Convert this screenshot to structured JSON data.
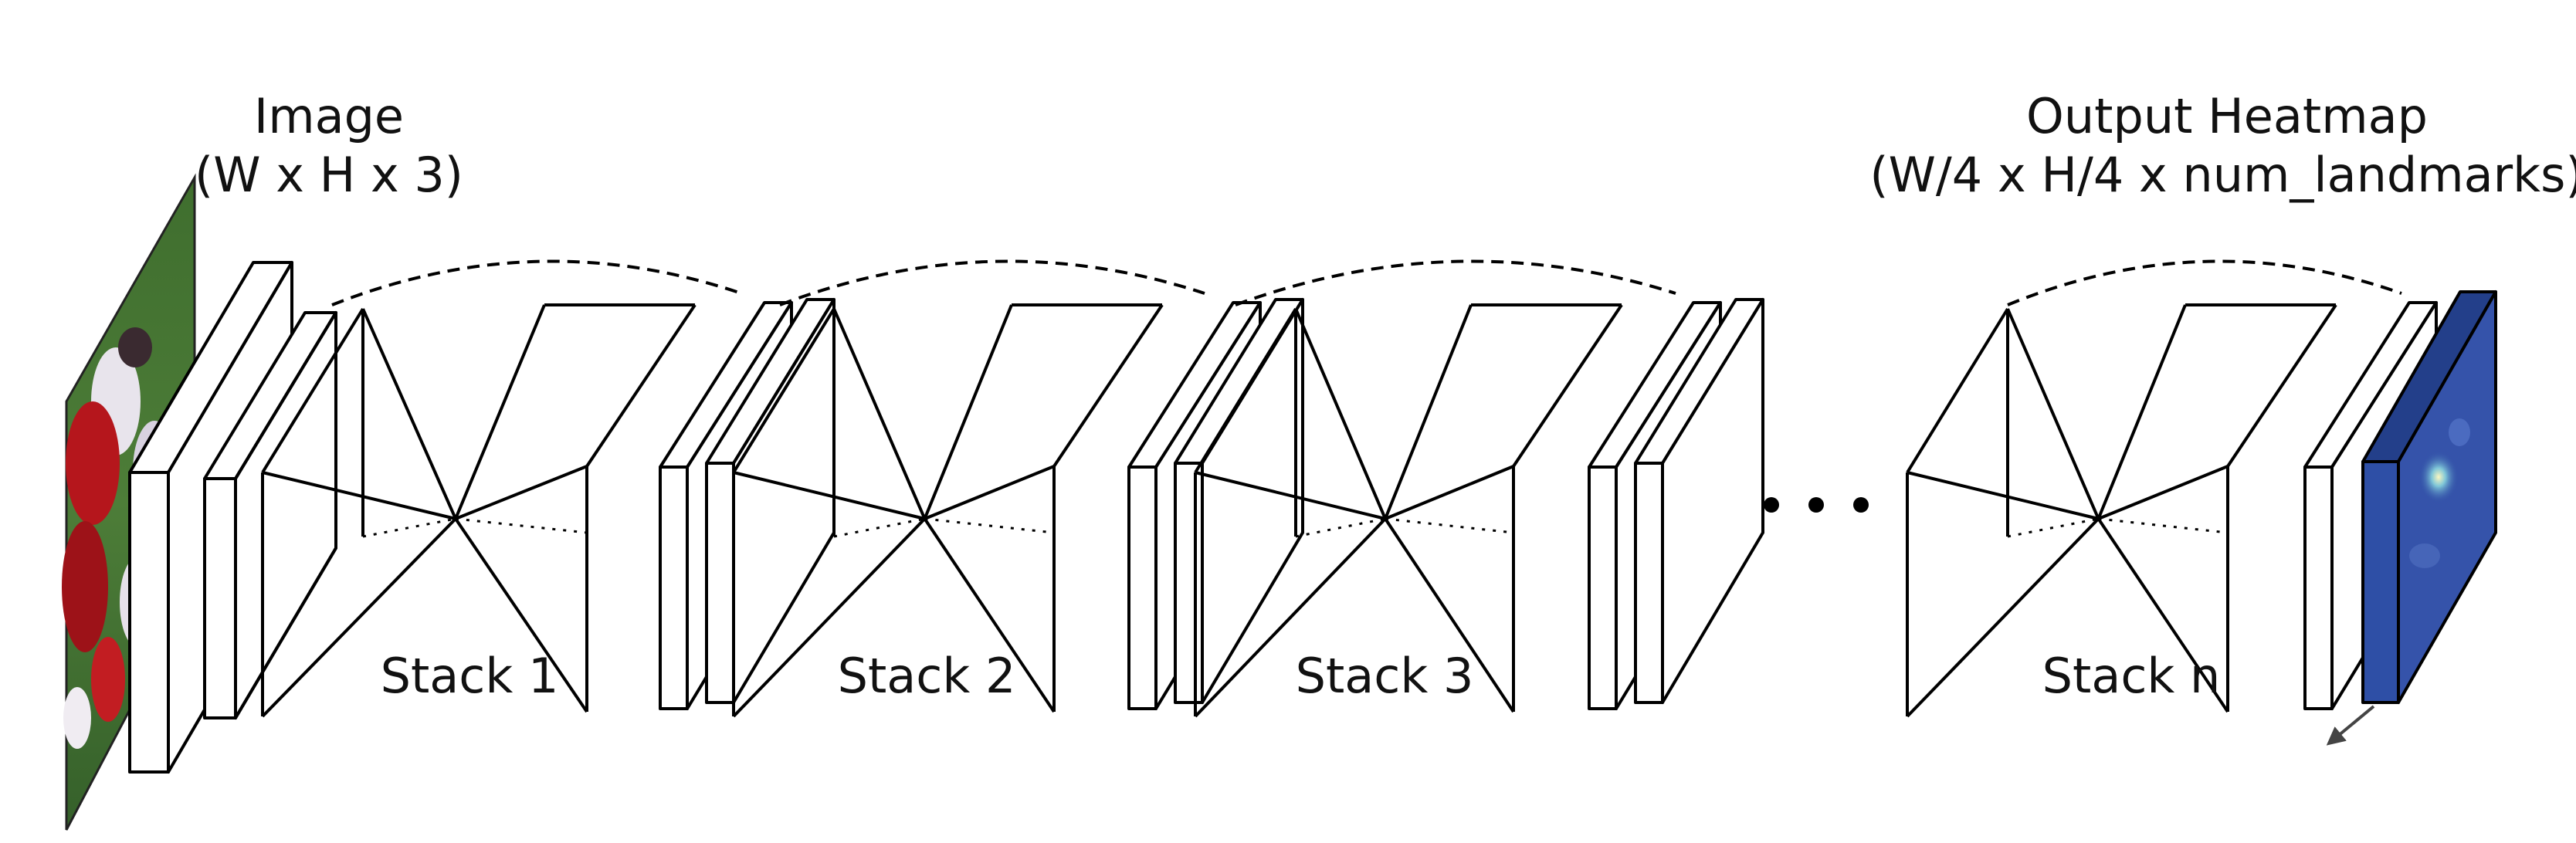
{
  "input": {
    "title": "Image",
    "dims": "(W x H x 3)"
  },
  "output": {
    "title": "Output Heatmap",
    "dims": "(W/4 x H/4 x num_landmarks)"
  },
  "stacks": [
    {
      "label": "Stack 1"
    },
    {
      "label": "Stack 2"
    },
    {
      "label": "Stack 3"
    },
    {
      "label": "Stack n"
    }
  ],
  "ellipsis": "• • •",
  "colors": {
    "line": "#000000",
    "heatmap": "#2e4fa6",
    "heatmap_side": "#233f8a",
    "field_green": "#4a7a36"
  }
}
